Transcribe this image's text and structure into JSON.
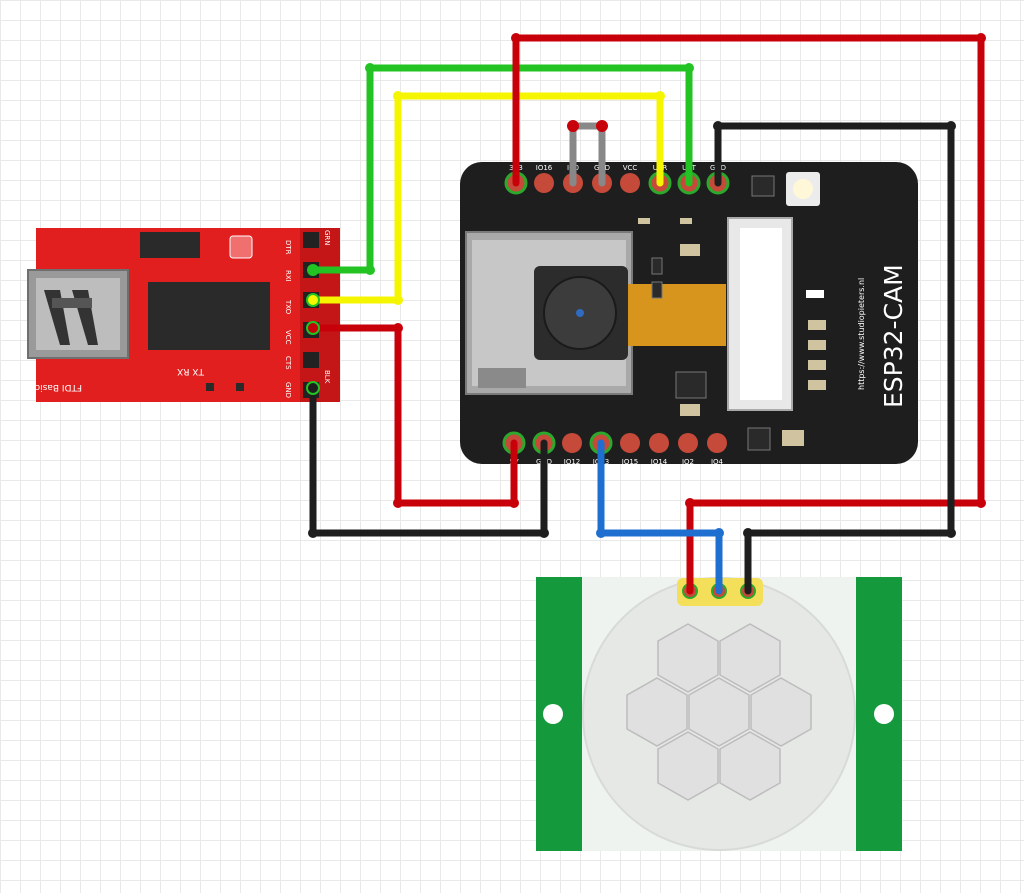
{
  "ftdi": {
    "name": "FTDI Basic",
    "tx_rx": "TX RX",
    "pins": [
      "DTR",
      "RXI",
      "TXO",
      "VCC",
      "CTS",
      "GND"
    ],
    "grn": "GRN",
    "blk": "BLK"
  },
  "esp32": {
    "title": "ESP32-CAM",
    "url": "https://www.studiopieters.nl",
    "top_pins": [
      "3V3",
      "IO16",
      "IO0",
      "GND",
      "VCC",
      "U0R",
      "U0T",
      "GND"
    ],
    "bottom_pins": [
      "5V",
      "GND",
      "IO12",
      "IO13",
      "IO15",
      "IO14",
      "IO2",
      "IO4"
    ]
  },
  "wire_colors": {
    "red": "#c8000a",
    "black": "#1e1e1e",
    "green": "#22c322",
    "yellow": "#f5f500",
    "blue": "#1f6fd0",
    "grey": "#888888"
  },
  "colors": {
    "ftdi_board": "#e21f1f",
    "esp32_board": "#1e1e1e",
    "pir_board": "#149a3c"
  }
}
